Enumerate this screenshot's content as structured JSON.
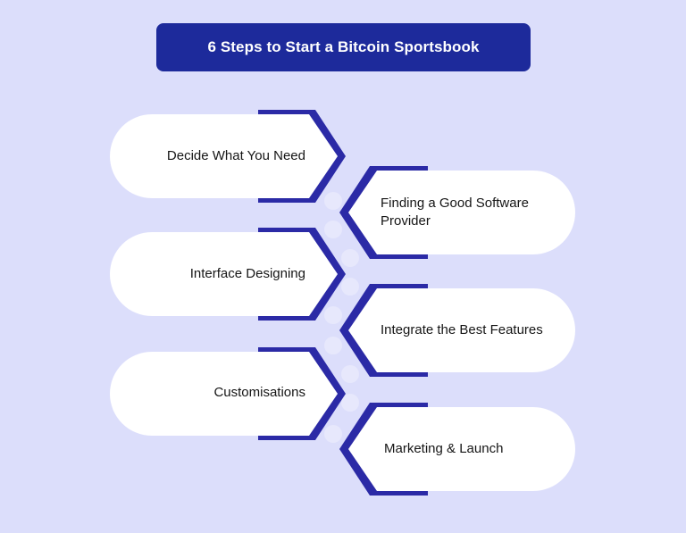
{
  "title": "6 Steps to Start a Bitcoin Sportsbook",
  "colors": {
    "background": "#dcdefb",
    "title_bar": "#1d2a9b",
    "chevron": "#2b2aa6",
    "connector": "#e7e8fc",
    "pill": "#ffffff"
  },
  "steps": [
    {
      "label": "Decide What You Need",
      "side": "left"
    },
    {
      "label": "Finding a Good Software Provider",
      "side": "right"
    },
    {
      "label": "Interface Designing",
      "side": "left"
    },
    {
      "label": "Integrate the Best Features",
      "side": "right"
    },
    {
      "label": "Customisations",
      "side": "left"
    },
    {
      "label": "Marketing & Launch",
      "side": "right"
    }
  ]
}
